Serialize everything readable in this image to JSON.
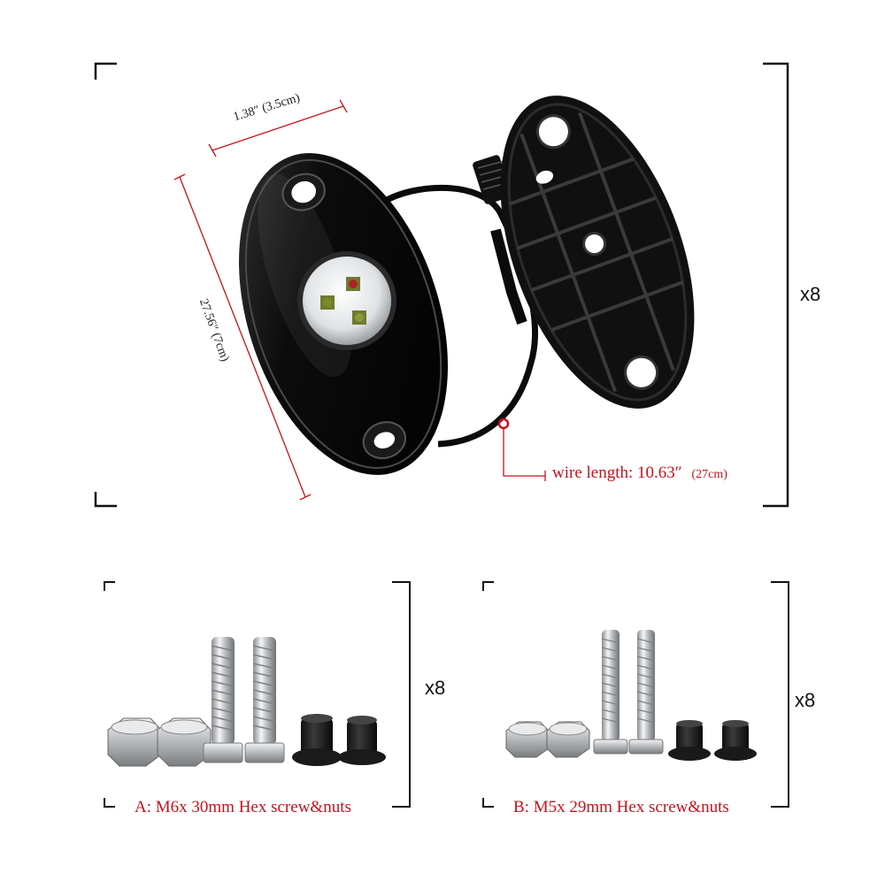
{
  "product": {
    "width_label": "1.38″ (3.5cm)",
    "length_label": "27.56″ (7cm)",
    "wire_label": "wire length: 10.63″",
    "wire_metric": "(27cm)",
    "quantity": "x8"
  },
  "kit_a": {
    "caption": "A: M6x 30mm Hex screw&nuts",
    "quantity": "x8"
  },
  "kit_b": {
    "caption": "B: M5x 29mm Hex screw&nuts",
    "quantity": "x8"
  },
  "colors": {
    "accent_red": "#c8111b",
    "light_body": "#111111",
    "bracket_line": "#1a1a1a"
  }
}
